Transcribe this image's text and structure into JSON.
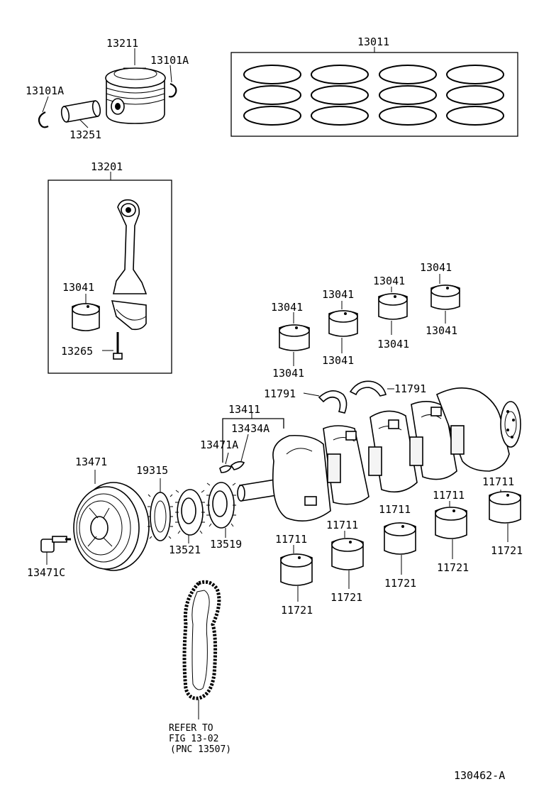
{
  "labels": {
    "piston": "13211",
    "snap_ring_right": "13101A",
    "snap_ring_left": "13101A",
    "piston_pin": "13251",
    "ring_set": "13011",
    "connecting_rod": "13201",
    "rod_bearing_in_box": "13041",
    "rod_bolt": "13265",
    "bearing_a_top": "13041",
    "bearing_a_bottom": "13041",
    "bearing_b_top": "13041",
    "bearing_b_bottom": "13041",
    "bearing_c_top": "13041",
    "bearing_c_bottom": "13041",
    "bearing_d_top": "13041",
    "bearing_d_bottom": "13041",
    "thrust_washer_left": "11791",
    "thrust_washer_right": "11791",
    "key_group": "13411",
    "key_a": "13434A",
    "key_b": "13471A",
    "crank_pulley": "13471",
    "pulley_bolt": "13471C",
    "timing_sprocket": "19315",
    "crank_gear_a": "13521",
    "crank_gear_b": "13519",
    "main_bearing_1_top": "11711",
    "main_bearing_1_bottom": "11721",
    "main_bearing_2_top": "11711",
    "main_bearing_2_bottom": "11721",
    "main_bearing_3_top": "11711",
    "main_bearing_3_bottom": "11721",
    "main_bearing_4_top": "11711",
    "main_bearing_4_bottom": "11721",
    "main_bearing_5_top": "11711",
    "main_bearing_5_bottom": "11721"
  },
  "chain_note": {
    "line1": "REFER TO",
    "line2": "FIG 13-02",
    "line3": "(PNC 13507)"
  },
  "figure_id": "130462-A"
}
